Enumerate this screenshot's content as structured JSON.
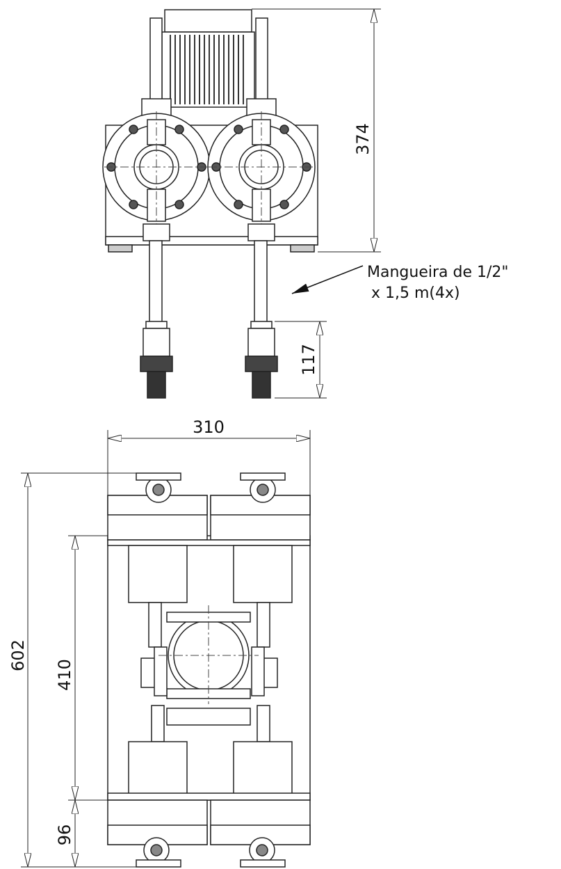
{
  "dimensions": {
    "top_height": "374",
    "hose_length": "117",
    "width": "310",
    "total_length": "602",
    "inner_length": "410",
    "end_length": "96"
  },
  "annotation": {
    "line1": "Mangueira de 1/2\"",
    "line2": "x 1,5 m(4x)"
  },
  "colors": {
    "stroke": "#222222",
    "background": "#ffffff"
  }
}
